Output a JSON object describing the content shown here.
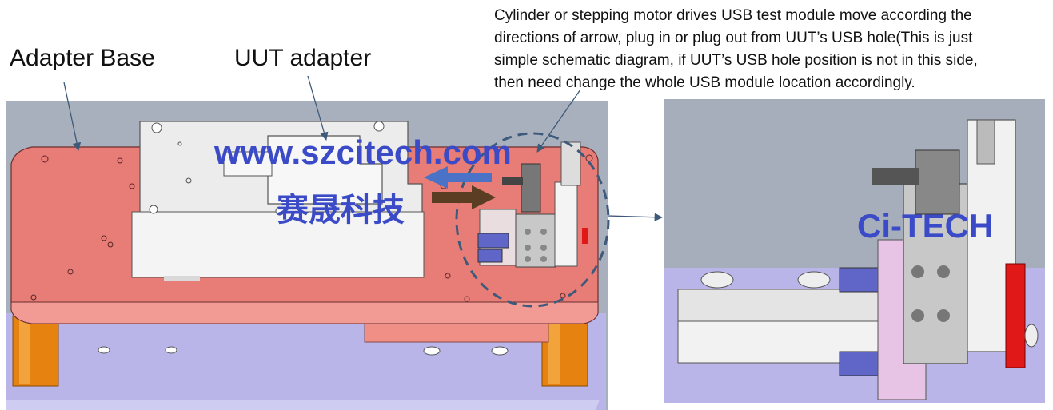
{
  "labels": {
    "adapter_base": "Adapter Base",
    "uut_adapter": "UUT adapter"
  },
  "description": [
    "Cylinder or stepping motor drives USB test module move according the",
    "directions of arrow, plug in or plug out from UUT’s USB hole(This is just",
    "simple schematic diagram, if UUT’s USB hole position is not in this side,",
    "then need change the whole USB module location accordingly."
  ],
  "watermarks": {
    "website": "www.szcitech.com",
    "chinese": "赛晟科技",
    "brand": "Ci-TECH"
  },
  "colors": {
    "adapter_base": "#e8807a",
    "uut_adapter": "#ececec",
    "background_panel": "#a7aebb",
    "lower_plate": "#b8b4e6",
    "posts": "#e5820e",
    "watermark": "#3b4bc8",
    "red_stop": "#e01818"
  },
  "icons": {
    "arrow_left": "blue-arrow-left-icon",
    "arrow_right": "dark-arrow-right-icon"
  }
}
